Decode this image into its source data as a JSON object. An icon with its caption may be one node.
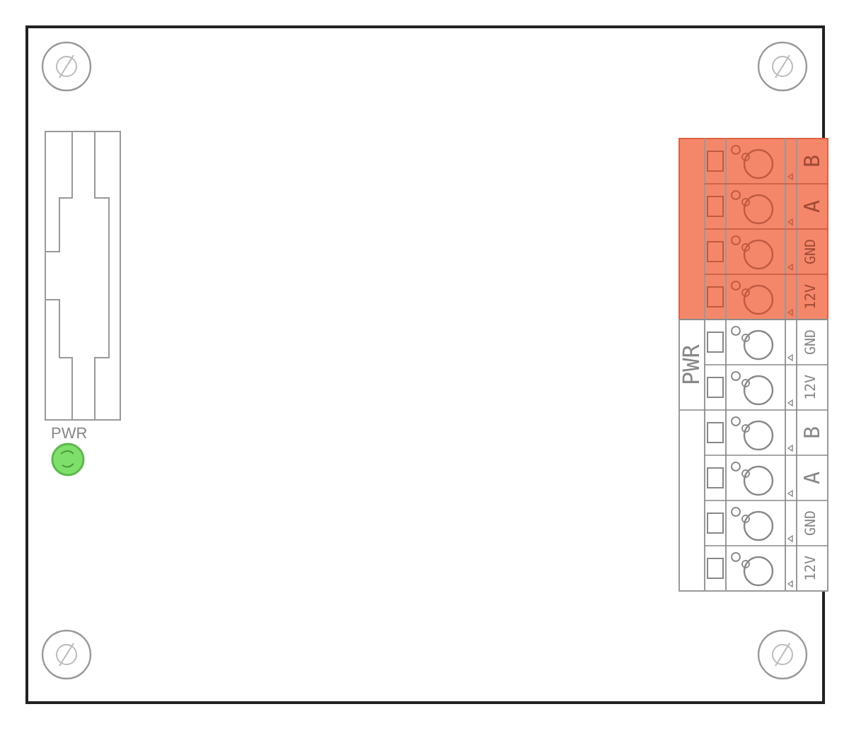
{
  "diagram": {
    "labels": [
      "PWR",
      "PWR",
      "B",
      "A",
      "GND",
      "12V",
      "GND",
      "12V",
      "B",
      "A",
      "GND",
      "12V"
    ]
  }
}
